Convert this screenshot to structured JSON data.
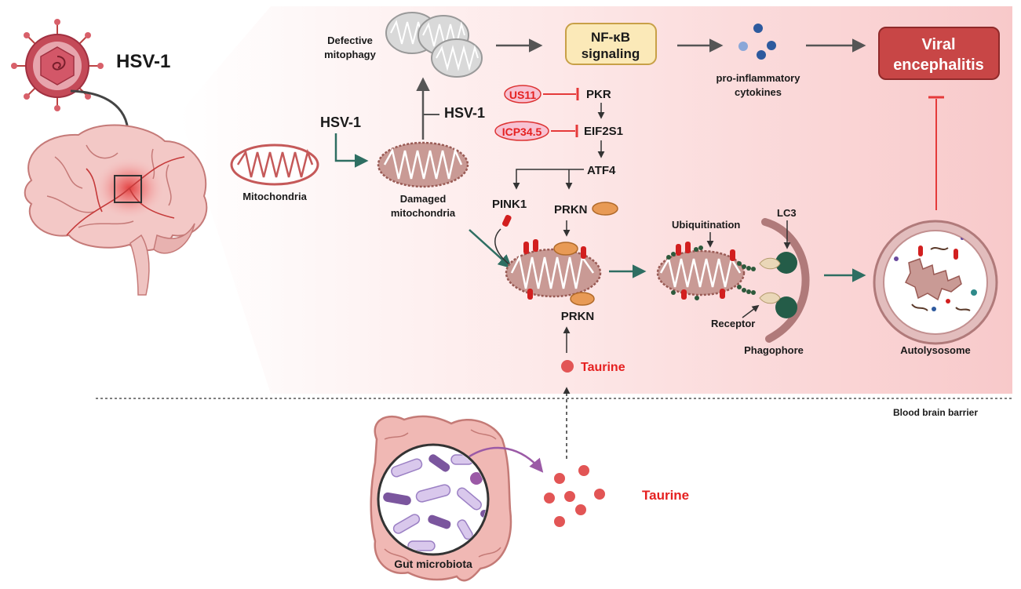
{
  "virus": {
    "label": "HSV-1"
  },
  "labels": {
    "defective_mitophagy_line1": "Defective",
    "defective_mitophagy_line2": "mitophagy",
    "nfkb_line1": "NF-κB",
    "nfkb_line2": "signaling",
    "cytokines_line1": "pro-inflammatory",
    "cytokines_line2": "cytokines",
    "viral_enc_line1": "Viral",
    "viral_enc_line2": "encephalitis",
    "hsv1_a": "HSV-1",
    "hsv1_b": "HSV-1",
    "mitochondria": "Mitochondria",
    "damaged_line1": "Damaged",
    "damaged_line2": "mitochondria",
    "us11": "US11",
    "pkr": "PKR",
    "icp345": "ICP34.5",
    "eif2s1": "EIF2S1",
    "atf4": "ATF4",
    "pink1": "PINK1",
    "prkn_top": "PRKN",
    "prkn_bottom": "PRKN",
    "ubiquitination": "Ubiquitination",
    "lc3": "LC3",
    "receptor": "Receptor",
    "phagophore": "Phagophore",
    "autolysosome": "Autolysosome",
    "taurine_upper": "Taurine",
    "taurine_lower": "Taurine",
    "bbb": "Blood brain barrier",
    "gut": "Gut microbiota"
  },
  "colors": {
    "accent_red": "#d9302f",
    "mito_fill": "#c99a95",
    "mito_stroke": "#9a5b55",
    "teal_arrow": "#2e6e62",
    "nfkb_fill": "#fbe9b8",
    "nfkb_stroke": "#c8a047",
    "viral_box": "#c84646"
  },
  "icons": {
    "virus": "virus-icon",
    "brain": "brain-icon",
    "intestine": "intestine-icon"
  }
}
